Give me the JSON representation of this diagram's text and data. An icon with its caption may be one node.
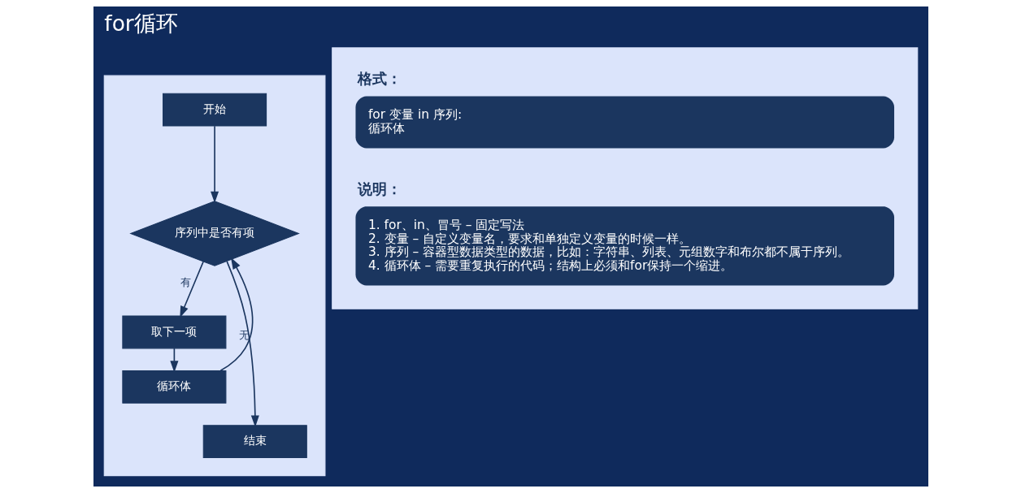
{
  "diagram": {
    "title": "for循环",
    "nodes": [
      {
        "text": [],
        "shape": "box"
      },
      {
        "text": [
          "开始"
        ],
        "in": 0
      },
      {
        "text": [
          "序列中是否有项"
        ],
        "in": 0
      },
      {
        "text": [
          "取下一项"
        ],
        "in": 0
      },
      {
        "text": [
          "循环体"
        ],
        "in": 0
      },
      {
        "text": [
          "结束"
        ],
        "in": 0
      },
      {
        "text": [],
        "shape": "box"
      },
      {
        "text": [
          "格式：",
          "for 变量 in 序列:",
          "循环体"
        ],
        "in": 6
      },
      {
        "text": [
          "说明：",
          "1. for、in、冒号 – 固定写法",
          "2. 变量 – 自定义变量名，要求和单独定义变量的时候一样。",
          "3. 序列 – 容器型数据类型的数据，比如：字符串、列表、元组数字和布尔都不属于序列。",
          "4. 循环体 – 需要重复执行的代码；结构上必须和for保持一个缩进。"
        ],
        "in": 6
      }
    ],
    "edges": [
      {
        "from": 1,
        "to": 2,
        "arrow": "to"
      },
      {
        "from": 2,
        "to": 3,
        "arrow": "to",
        "label": "有"
      },
      {
        "from": 3,
        "to": 4,
        "arrow": "to"
      },
      {
        "from": 4,
        "to": 2,
        "arrow": "to"
      },
      {
        "from": 2,
        "to": 5,
        "arrow": "to",
        "label": "无"
      }
    ]
  }
}
